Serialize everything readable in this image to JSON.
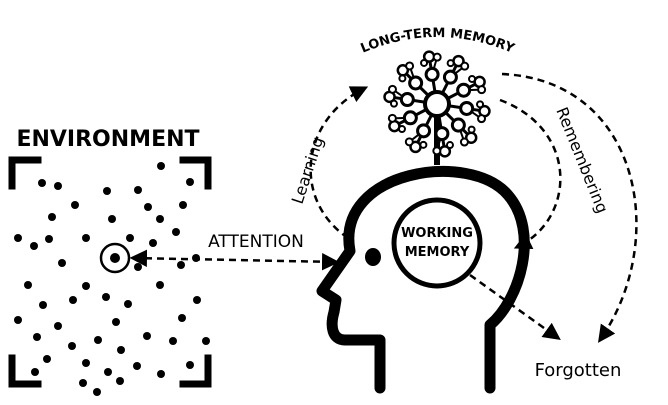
{
  "labels": {
    "environment": "ENVIRONMENT",
    "long_term_memory": "LONG-TERM MEMORY",
    "working_memory_line1": "WORKING",
    "working_memory_line2": "MEMORY",
    "attention": "ATTENTION",
    "learning": "Learning",
    "remembering": "Remembering",
    "forgotten": "Forgotten"
  },
  "colors": {
    "ink": "#000000",
    "background": "#ffffff"
  },
  "icons": {
    "memory_network": "neuron-tree-icon",
    "head": "human-head-profile-icon",
    "focus": "target-icon"
  }
}
